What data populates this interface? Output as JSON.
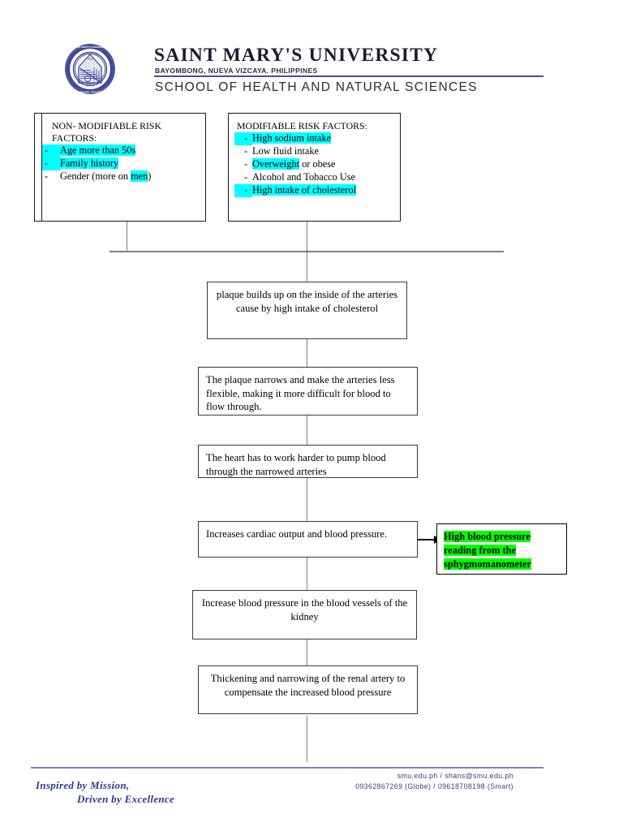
{
  "header": {
    "seal_icon": "university-seal-icon",
    "university_name": "SAINT MARY'S UNIVERSITY",
    "location": "BAYOMBONG, NUEVA VIZCAYA. PHILIPPINES",
    "school_name": "SCHOOL OF HEALTH AND NATURAL SCIENCES",
    "rule_color": "#4c4f89"
  },
  "colors": {
    "cyan_highlight": "#00FFFF",
    "green_highlight": "#00FF00",
    "connector": "#808080",
    "box_border": "#1a1a1a"
  },
  "risk_boxes": {
    "non_modifiable": {
      "title": "NON- MODIFIABLE RISK FACTORS:",
      "items": [
        {
          "dash": "-",
          "text": "Age more than 50s",
          "highlight": "cyan",
          "dash_highlight": true
        },
        {
          "dash": "-",
          "text": "Family history",
          "highlight": "cyan",
          "dash_highlight": true
        },
        {
          "dash": "-",
          "text": "Gender (more on men)",
          "highlight": "partial",
          "dash_highlight": false
        }
      ]
    },
    "modifiable": {
      "title": "MODIFIABLE RISK FACTORS:",
      "items": [
        {
          "dash": "-",
          "text": "High sodium intake",
          "highlight": "cyan",
          "dash_highlight": true
        },
        {
          "dash": "-",
          "text": "Low fluid intake",
          "highlight": "none",
          "dash_highlight": false
        },
        {
          "dash": "-",
          "text": "Overweight or obese",
          "highlight": "partial",
          "dash_highlight": false
        },
        {
          "dash": "-",
          "text": "Alcohol and Tobacco Use",
          "highlight": "none",
          "dash_highlight": false
        },
        {
          "dash": "-",
          "text": "High intake of cholesterol",
          "highlight": "cyan",
          "dash_highlight": true
        }
      ]
    }
  },
  "flow": {
    "step1": "plaque builds up on the inside of the arteries cause by high intake of cholesterol",
    "step2": "The plaque narrows and make the arteries less flexible, making it more difficult for blood to flow through.",
    "step3": "The heart has to work harder to pump blood through the narrowed arteries",
    "step4": "Increases cardiac output and blood pressure.",
    "step5": "Increase blood pressure in the blood vessels of the kidney",
    "step6": "Thickening and narrowing of the renal artery to compensate the increased blood pressure",
    "side_note": "High blood pressure reading from the sphygmomanometer"
  },
  "footer": {
    "tagline_line1": "Inspired by Mission,",
    "tagline_line2": "Driven by Excellence",
    "contact_line1": "smu.edu.ph / shans@smu.edu.ph",
    "contact_line2": "09362867269 (Globe) / 09618708198 (Smart)",
    "rule_color": "#7b84bd"
  }
}
